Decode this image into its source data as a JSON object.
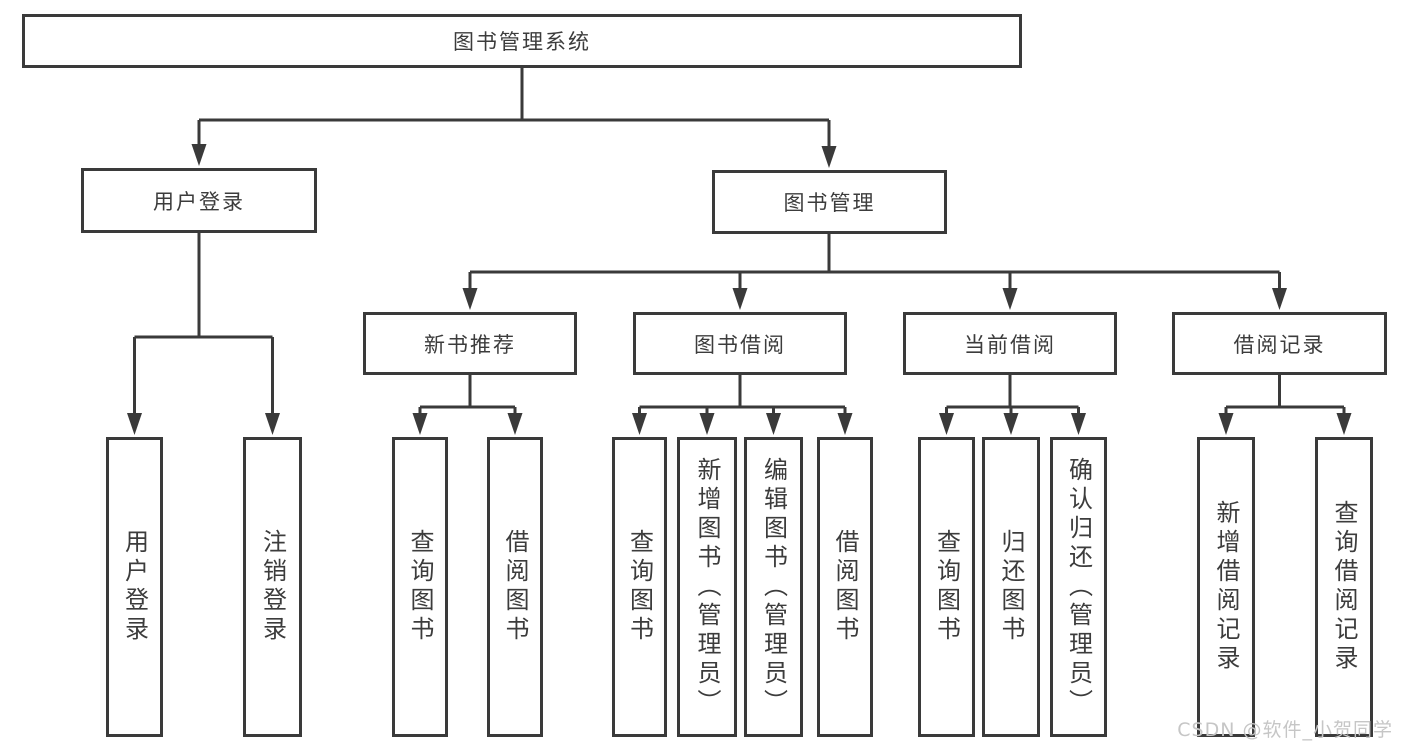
{
  "diagram": {
    "title": "图书管理系统",
    "root": {
      "label": "图书管理系统"
    },
    "level2": [
      {
        "label": "用户登录"
      },
      {
        "label": "图书管理"
      }
    ],
    "level3": [
      {
        "label": "新书推荐"
      },
      {
        "label": "图书借阅"
      },
      {
        "label": "当前借阅"
      },
      {
        "label": "借阅记录"
      }
    ],
    "leaves": {
      "user_login": [
        "用户登录",
        "注销登录"
      ],
      "new_books": [
        "查询图书",
        "借阅图书"
      ],
      "book_borrow": [
        "查询图书",
        "新增图书（管理员）",
        "编辑图书（管理员）",
        "借阅图书"
      ],
      "current_borrow": [
        "查询图书",
        "归还图书",
        "确认归还（管理员）"
      ],
      "borrow_records": [
        "新增借阅记录",
        "查询借阅记录"
      ]
    }
  },
  "watermark": "CSDN @软件_小贺同学",
  "colors": {
    "line": "#3a3a3a",
    "text": "#3c3c3c",
    "background": "#ffffff",
    "watermark": "#c6c6c6"
  }
}
